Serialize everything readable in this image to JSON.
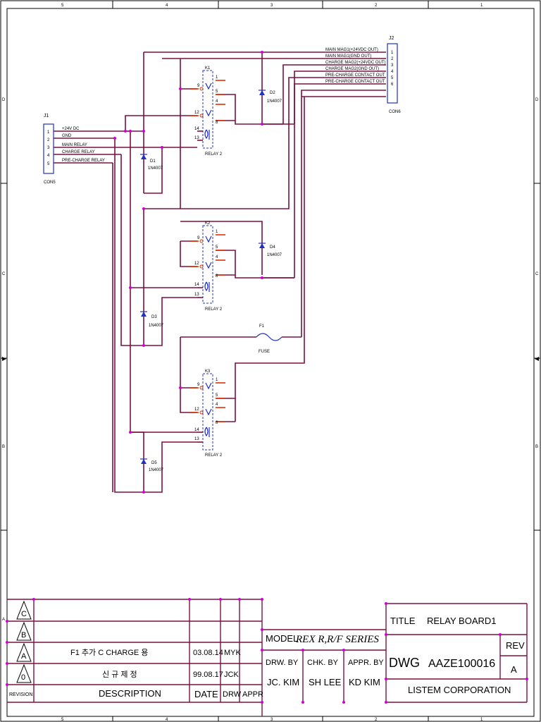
{
  "border": {
    "cols_top": [
      "5",
      "4",
      "3",
      "2",
      "1"
    ],
    "cols_bottom": [
      "5",
      "4",
      "3",
      "2",
      "1"
    ],
    "rows": [
      "D",
      "C",
      "B",
      "A"
    ]
  },
  "j1": {
    "ref": "J1",
    "part": "CON5",
    "pins": [
      "1",
      "2",
      "3",
      "4",
      "5"
    ],
    "nets": [
      "+24V DC",
      "GND",
      "MAIN RELAY",
      "CHARGE RELAY",
      "PRE-CHARGE RELAY"
    ]
  },
  "j2": {
    "ref": "J2",
    "part": "CON6",
    "pins": [
      "1",
      "2",
      "3",
      "4",
      "5",
      "6"
    ],
    "nets": [
      "MAIN MAG1(+24VDC OUT)",
      "MAIN MAG1(GND OUT)",
      "CHARGE MAG2(+24VDC OUT)",
      "CHARGE MAG2(GND OUT)",
      "PRE-CHARGE CONTACT OUT",
      "PRE-CHARGE CONTACT OUT"
    ]
  },
  "relays": [
    {
      "ref": "K1",
      "type": "RELAY 2",
      "pins": [
        "1",
        "9",
        "5",
        "4",
        "12",
        "8",
        "14",
        "13"
      ]
    },
    {
      "ref": "K2",
      "type": "RELAY 2",
      "pins": [
        "1",
        "9",
        "5",
        "4",
        "12",
        "8",
        "14",
        "13"
      ]
    },
    {
      "ref": "K3",
      "type": "RELAY 2",
      "pins": [
        "1",
        "9",
        "5",
        "4",
        "12",
        "8",
        "14",
        "13"
      ]
    }
  ],
  "diodes": [
    {
      "ref": "D1",
      "part": "1N4007"
    },
    {
      "ref": "D2",
      "part": "1N4007"
    },
    {
      "ref": "D3",
      "part": "1N4007"
    },
    {
      "ref": "D4",
      "part": "1N4007"
    },
    {
      "ref": "D5",
      "part": "1N4007"
    }
  ],
  "fuse": {
    "ref": "F1",
    "part": "FUSE"
  },
  "revisions": [
    {
      "mark": "C",
      "description": "",
      "date": "",
      "drw": ""
    },
    {
      "mark": "B",
      "description": "",
      "date": "",
      "drw": ""
    },
    {
      "mark": "A",
      "description": "F1 추가 C CHARGE 용",
      "date": "03.08.14",
      "drw": "MYK"
    },
    {
      "mark": "0",
      "description": "신 규 제 정",
      "date": "99.08.17",
      "drw": "JCK"
    }
  ],
  "rev_headers": {
    "revision": "REVISION",
    "description": "DESCRIPTION",
    "date": "DATE",
    "drw": "DRW",
    "appr": "APPR"
  },
  "title_block": {
    "model_label": "MODEL",
    "model_value": "REX R,R/F SERIES",
    "drw_by_label": "DRW. BY",
    "drw_by": "JC. KIM",
    "chk_by_label": "CHK. BY",
    "chk_by": "SH LEE",
    "appr_by_label": "APPR. BY",
    "appr_by": "KD KIM",
    "title_label": "TITLE",
    "title": "RELAY BOARD1",
    "dwg_label": "DWG",
    "dwg": "AAZE100016",
    "rev_label": "REV",
    "rev": "A",
    "company": "LISTEM CORPORATION"
  },
  "colors": {
    "wire": "#7a1040",
    "pin": "#e03000",
    "symbol": "#2030c0",
    "junction": "#d000d0"
  }
}
